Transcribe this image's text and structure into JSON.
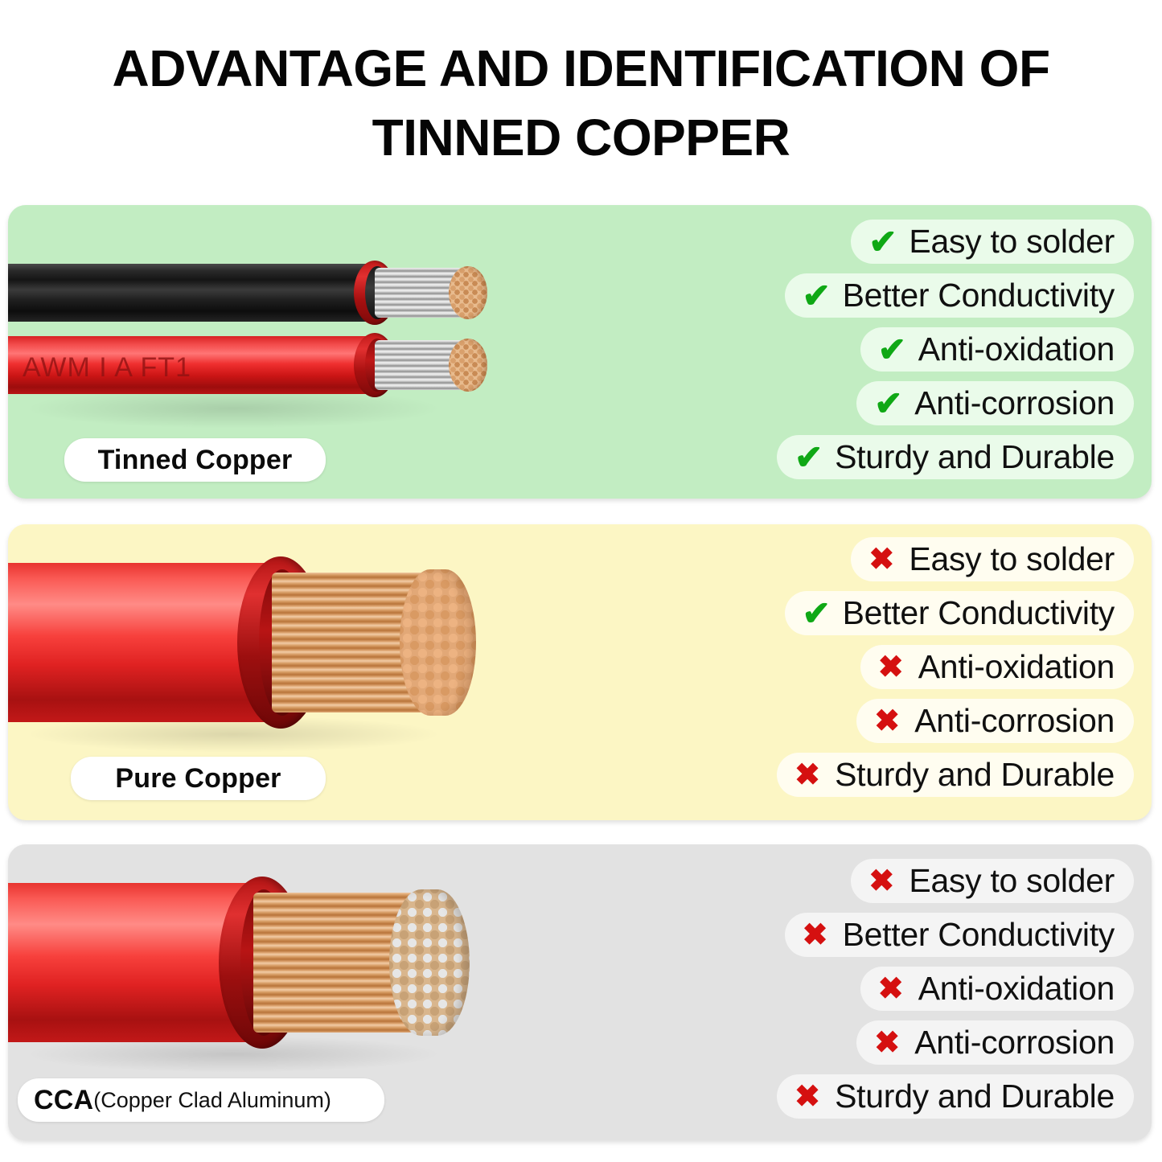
{
  "title": "ADVANTAGE AND IDENTIFICATION OF TINNED COPPER",
  "colors": {
    "panel_green": "#c2edc2",
    "panel_yellow": "#fcf6c4",
    "panel_gray": "#e2e2e2",
    "check_green": "#0fa815",
    "cross_red": "#d51010",
    "title_text": "#050505"
  },
  "icons": {
    "check": "✔",
    "cross": "✖"
  },
  "panels": [
    {
      "id": "tinned-copper",
      "label": {
        "main": "Tinned Copper",
        "sub": ""
      },
      "wire_print": "AWM   I    A     FT1",
      "features": [
        {
          "label": "Easy to solder",
          "status": "yes"
        },
        {
          "label": "Better Conductivity",
          "status": "yes"
        },
        {
          "label": "Anti-oxidation",
          "status": "yes"
        },
        {
          "label": "Anti-corrosion",
          "status": "yes"
        },
        {
          "label": "Sturdy and Durable",
          "status": "yes"
        }
      ]
    },
    {
      "id": "pure-copper",
      "label": {
        "main": "Pure Copper",
        "sub": ""
      },
      "features": [
        {
          "label": "Easy to solder",
          "status": "no"
        },
        {
          "label": "Better Conductivity",
          "status": "yes"
        },
        {
          "label": "Anti-oxidation",
          "status": "no"
        },
        {
          "label": "Anti-corrosion",
          "status": "no"
        },
        {
          "label": "Sturdy and Durable",
          "status": "no"
        }
      ]
    },
    {
      "id": "cca",
      "label": {
        "main": "CCA",
        "sub": "(Copper Clad Aluminum)"
      },
      "features": [
        {
          "label": "Easy to solder",
          "status": "no"
        },
        {
          "label": "Better Conductivity",
          "status": "no"
        },
        {
          "label": "Anti-oxidation",
          "status": "no"
        },
        {
          "label": "Anti-corrosion",
          "status": "no"
        },
        {
          "label": "Sturdy and Durable",
          "status": "no"
        }
      ]
    }
  ]
}
